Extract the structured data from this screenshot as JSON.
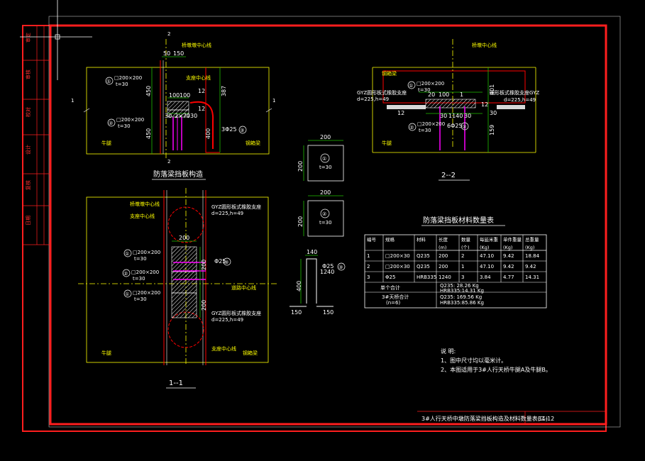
{
  "colors": {
    "background": "#000000",
    "border": "#ff1e1e",
    "dim": "#20c000",
    "hatch": "#ffffff",
    "yellow": "#ffff00",
    "cyan": "#00ffff",
    "magenta": "#ff00ff",
    "red": "#ff2020"
  },
  "sheet": {
    "footer_title": "3#人行天桥中墩防落梁挡板构造及材料数量表(二)",
    "sheet_no": "34-12"
  },
  "left_title_block": {
    "rows": [
      "审定",
      "审核",
      "校对",
      "设计",
      "复核",
      "日期"
    ]
  },
  "top_left_view": {
    "title": "防落梁挡板构造",
    "section_marks": [
      "2",
      "2",
      "1",
      "1"
    ],
    "labels": {
      "support_center": "桥墩墩中心线",
      "bearing_line": "支座中心线",
      "pier": "牛腿",
      "steel_beam": "钢箱梁",
      "plate1": "①",
      "plate1_spec": "□200×200",
      "plate1_t": "t=30",
      "plate2": "②",
      "plate2_spec": "□200×200",
      "plate2_t": "t=30",
      "rebar3": "③",
      "rebar3_spec": "3Φ25"
    },
    "dims": [
      "50",
      "150",
      "387",
      "450",
      "450",
      "100",
      "100",
      "12",
      "30",
      "2×70",
      "30",
      "12",
      "400"
    ]
  },
  "top_right_view": {
    "title": "2--2",
    "labels": {
      "support_center": "桥墩中心线",
      "steel_beam": "钢箱梁",
      "pier": "牛腿",
      "gyz_left": "GYZ圆形板式橡胶支座",
      "gyz_left_spec": "d=225,h=49",
      "gyz_right": "圆形板式橡胶支座GYZ",
      "gyz_right_spec": "d=225,h=49",
      "plate1": "①",
      "plate1_spec": "□200×200",
      "plate1_t": "t=30",
      "plate2": "②",
      "plate2_spec": "□200×200",
      "plate2_t": "t=30",
      "rebar3": "6Φ25",
      "rebar3_mark": "③"
    },
    "dims": [
      "20",
      "100",
      "1",
      "30",
      "1140",
      "30",
      "12",
      "401",
      "12",
      "30",
      "159"
    ]
  },
  "plate_details": [
    {
      "num": "①",
      "dim_w": "200",
      "dim_h": "200",
      "t": "t=30"
    },
    {
      "num": "②",
      "dim_w": "200",
      "dim_h": "200",
      "t": "t=30"
    }
  ],
  "rebar_detail": {
    "dims": [
      "140",
      "400",
      "150",
      "150"
    ],
    "label": "Φ25",
    "mark": "③",
    "length": "1240"
  },
  "bottom_left_view": {
    "title": "1--1",
    "labels": {
      "support_center": "桥墩墩中心线",
      "bearing_line": "支座中心线",
      "gyz_top": "GYZ圆形板式橡胶支座",
      "gyz_top_spec": "d=225,h=49",
      "gyz_bottom": "GYZ圆形板式橡胶支座",
      "gyz_bottom_spec": "d=225,h=49",
      "road_center": "道路中心线",
      "pier": "牛腿",
      "steel_beam": "钢箱梁",
      "plate1a": "①",
      "plate1a_spec": "□200×200",
      "plate1a_t": "t=30",
      "plate2": "②",
      "plate2_spec": "□200×200",
      "plate2_t": "t=30",
      "plate1b": "①",
      "plate1b_spec": "□200×200",
      "plate1b_t": "t=30",
      "rebar": "Φ25",
      "rebar_mark": "③"
    },
    "dims": [
      "200",
      "200",
      "200"
    ]
  },
  "material_table": {
    "title": "防落梁挡板材料数量表",
    "headers": [
      "编号",
      "规格",
      "材料",
      "长度",
      "数量",
      "每延米重",
      "单件重量",
      "总重量"
    ],
    "units": [
      "",
      "",
      "",
      "(m)",
      "(个)",
      "(Kg)",
      "(Kg)",
      "(Kg)"
    ],
    "rows": [
      [
        "1",
        "□200×30",
        "Q235",
        "200",
        "2",
        "47.10",
        "9.42",
        "18.84"
      ],
      [
        "2",
        "□200×30",
        "Q235",
        "200",
        "1",
        "47.10",
        "9.42",
        "9.42"
      ],
      [
        "3",
        "Φ25",
        "HRB335",
        "1240",
        "3",
        "3.84",
        "4.77",
        "14.31"
      ]
    ],
    "subtotal_label": "单个合计",
    "subtotal_values": [
      "Q235: 28.26 Kg",
      "HRB335:14.31 Kg"
    ],
    "total_label": "3#天桥合计",
    "total_n": "(n=6)",
    "total_values": [
      "Q235: 169.56 Kg",
      "HRB335:85.86 Kg"
    ]
  },
  "notes": {
    "heading": "说 明:",
    "items": [
      "1、图中尺寸均以毫米计。",
      "2、本图适用于3#人行天桥牛腿A及牛腿B。"
    ]
  }
}
